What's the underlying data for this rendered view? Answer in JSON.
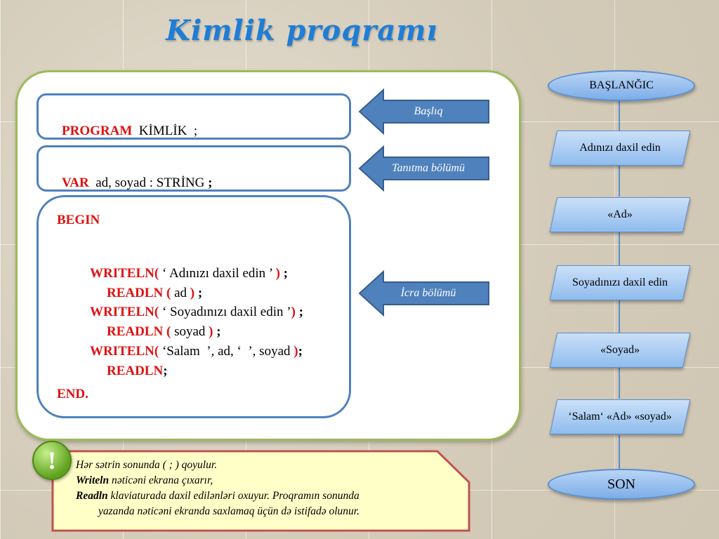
{
  "title": "Kimlik  proqramı",
  "code": {
    "box1": {
      "kw": "PROGRAM",
      "rest": "  KİMLİK  ;"
    },
    "box2": {
      "kw": "VAR",
      "rest": "  ad, soyad : STRİNG ",
      "semi": ";"
    },
    "begin": "BEGIN",
    "lines": [
      {
        "kw": "WRITELN(",
        "arg": " ‘ Adınızı daxil edin ’ ",
        "close": ")",
        "end": " ;"
      },
      {
        "kw": "READLN (",
        "arg": " ad ",
        "close": ")",
        "end": " ;"
      },
      {
        "kw": "WRITELN(",
        "arg": " ‘ Soyadınızı daxil edin ’",
        "close": ")",
        "end": " ;"
      },
      {
        "kw": "READLN (",
        "arg": " soyad ",
        "close": ")",
        "end": " ;"
      },
      {
        "kw": "WRITELN(",
        "arg": " ‘Salam  ’, ad, ‘  ’, soyad ",
        "close": ")",
        "end": ";"
      },
      {
        "kw": "READLN",
        "arg": "",
        "close": "",
        "end": ";"
      }
    ],
    "end": "END."
  },
  "arrows": [
    "Başlıq",
    "Tanıtma bölümü",
    "İcra bölümü"
  ],
  "flowchart": {
    "start": "BAŞLANĞIC",
    "steps": [
      "Adınızı daxil edin",
      "«Ad»",
      "Soyadınızı daxil edin",
      "«Soyad»",
      "‘Salam‘ «Ad» «soyad»"
    ],
    "end": "SON"
  },
  "note": {
    "icon": "!",
    "line1": "Hər sətrin sonunda ( ; ) qoyulur.",
    "line2_b": "Writeln",
    "line2": " nəticəni ekrana çıxarır,",
    "line3_b": "Readln",
    "line3": " klaviaturada daxil edilənləri oxuyur. Proqramın sonunda",
    "line4": "yazanda nəticəni ekranda saxlamaq üçün də istifadə olunur."
  }
}
